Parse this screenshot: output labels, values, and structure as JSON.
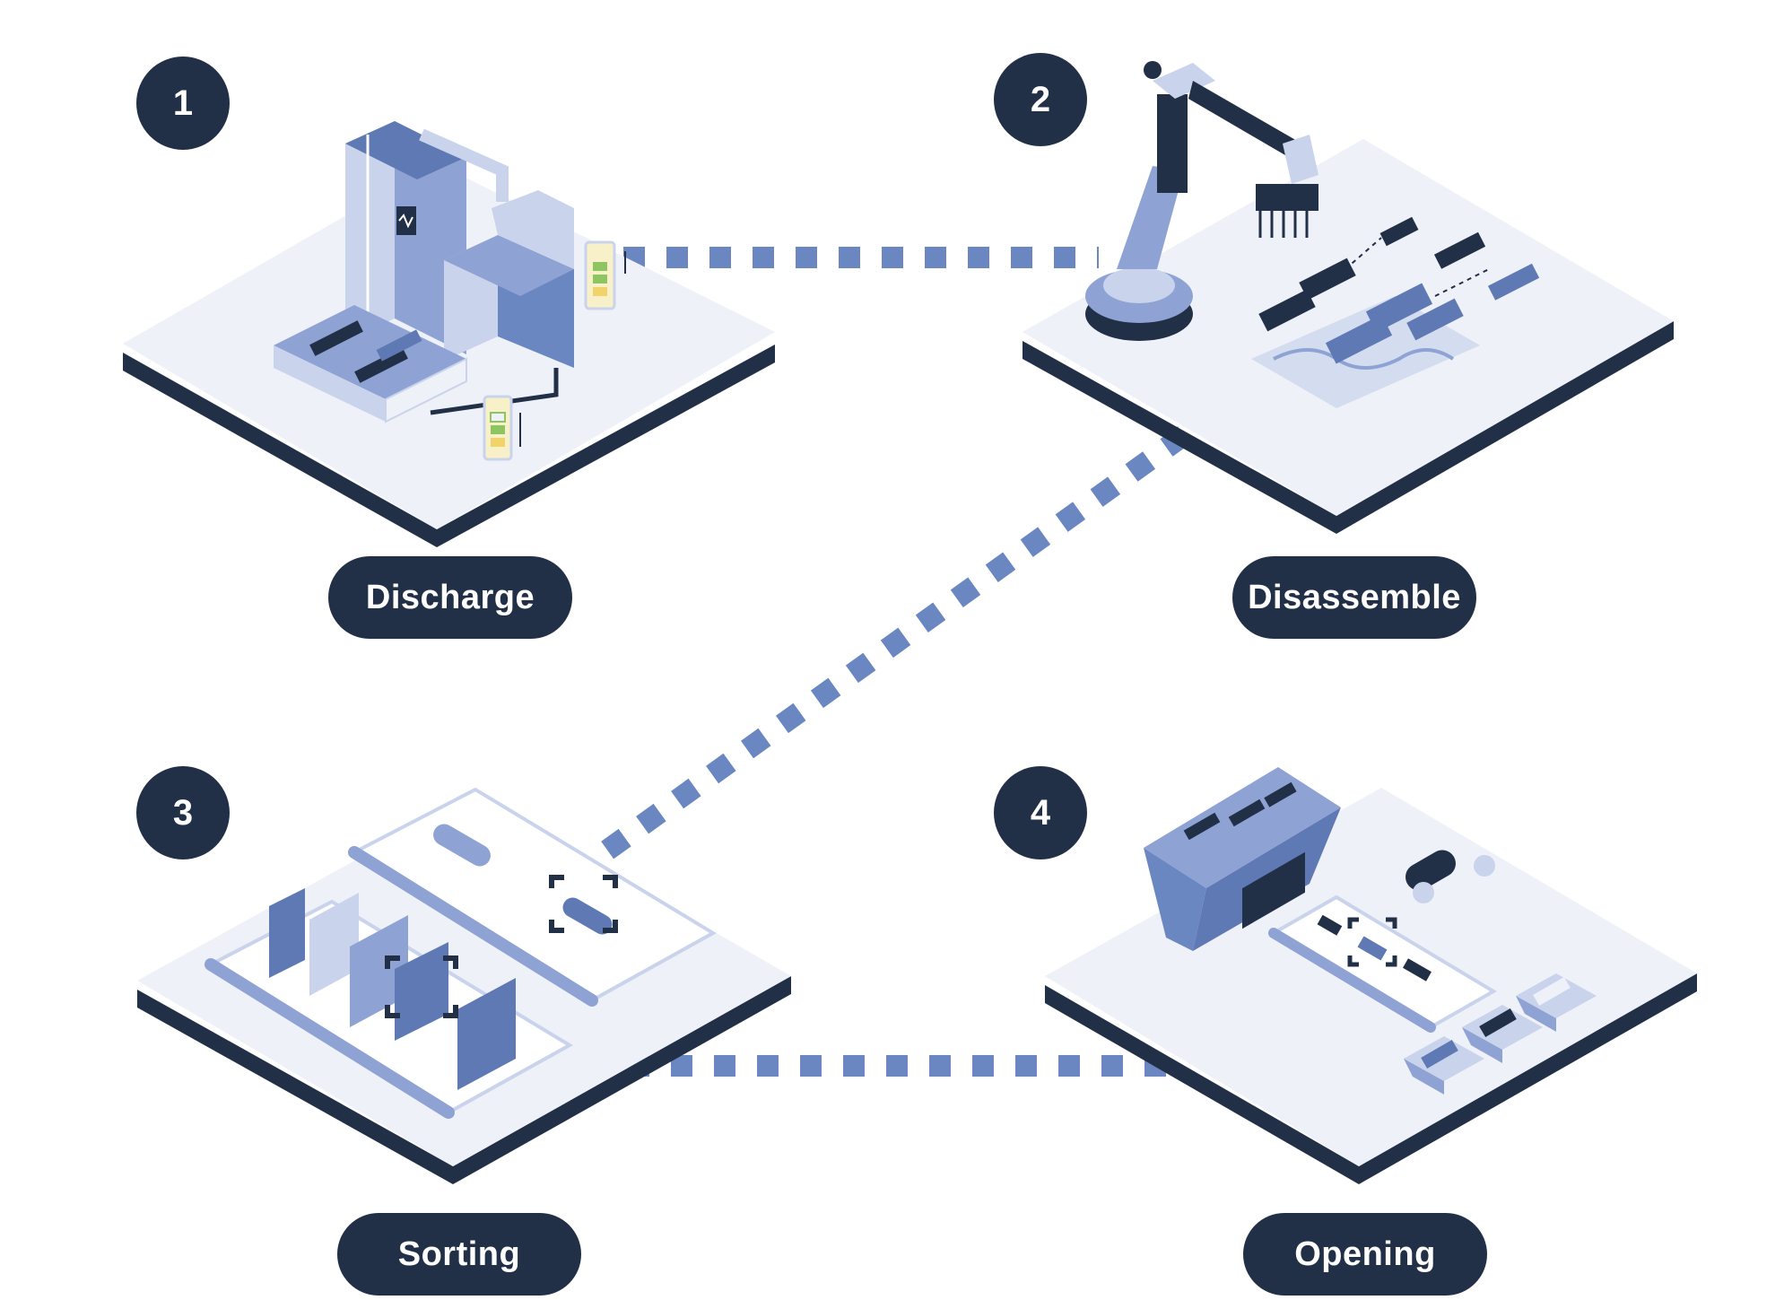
{
  "colors": {
    "navy": "#213047",
    "accent_blue": "#6A87C2",
    "platform_top": "#EFF1F8",
    "platform_edge": "#213047",
    "light_blue": "#C9D3EC",
    "mid_blue": "#8EA3D4",
    "steel_blue": "#5E79B3",
    "battery_green": "#8DC563",
    "battery_yellow": "#F0D36B"
  },
  "steps": [
    {
      "number": "1",
      "label": "Discharge",
      "scene_icon": "discharge-station-icon"
    },
    {
      "number": "2",
      "label": "Disassemble",
      "scene_icon": "robot-arm-icon"
    },
    {
      "number": "3",
      "label": "Sorting",
      "scene_icon": "conveyor-scanner-icon"
    },
    {
      "number": "4",
      "label": "Opening",
      "scene_icon": "shredder-hopper-icon"
    }
  ],
  "connectors": [
    {
      "from": "1",
      "to": "2",
      "style": "dashed"
    },
    {
      "from": "2",
      "to": "3",
      "style": "dashed"
    },
    {
      "from": "3",
      "to": "4",
      "style": "dashed"
    }
  ]
}
